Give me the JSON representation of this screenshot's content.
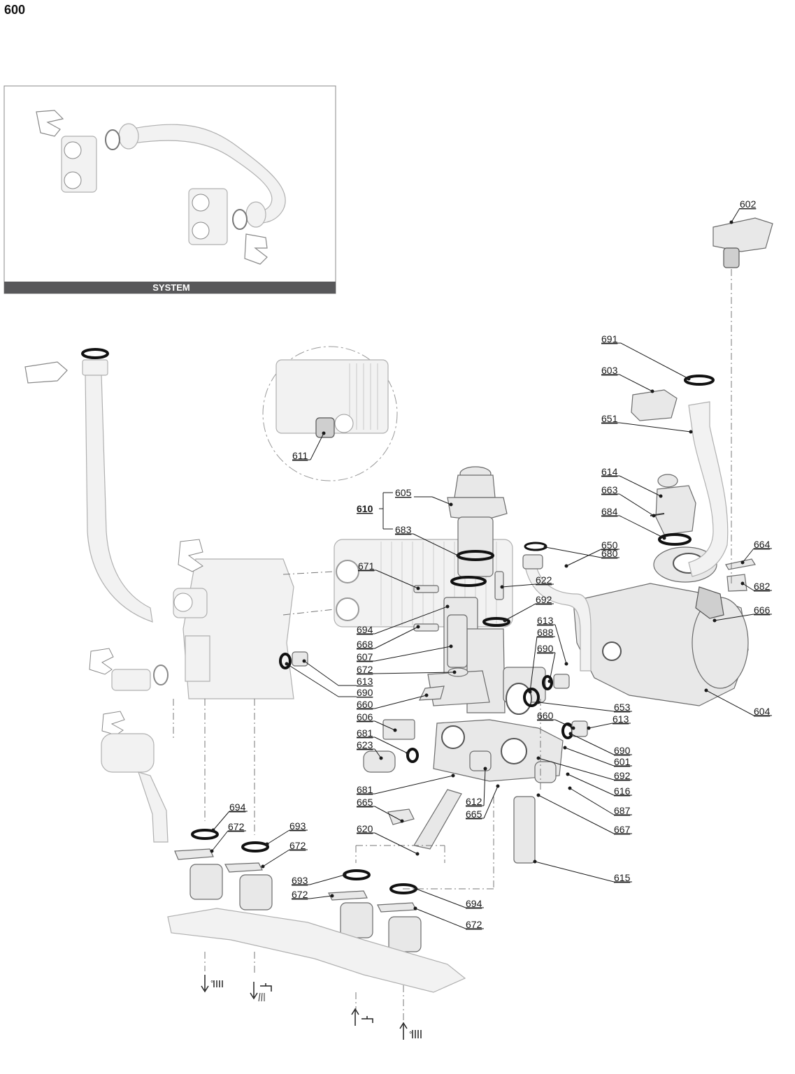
{
  "page_number": "600",
  "inset": {
    "title": "SYSTEM"
  },
  "group_label": "610",
  "part_labels": [
    {
      "id": "602",
      "text": "602"
    },
    {
      "id": "691",
      "text": "691"
    },
    {
      "id": "603",
      "text": "603"
    },
    {
      "id": "651",
      "text": "651"
    },
    {
      "id": "611",
      "text": "611"
    },
    {
      "id": "614",
      "text": "614"
    },
    {
      "id": "663",
      "text": "663"
    },
    {
      "id": "605",
      "text": "605"
    },
    {
      "id": "684",
      "text": "684"
    },
    {
      "id": "683",
      "text": "683"
    },
    {
      "id": "680",
      "text": "680"
    },
    {
      "id": "650",
      "text": "650"
    },
    {
      "id": "664",
      "text": "664"
    },
    {
      "id": "671",
      "text": "671"
    },
    {
      "id": "622",
      "text": "622"
    },
    {
      "id": "682",
      "text": "682"
    },
    {
      "id": "692a",
      "text": "692"
    },
    {
      "id": "666",
      "text": "666"
    },
    {
      "id": "613a",
      "text": "613"
    },
    {
      "id": "694a",
      "text": "694"
    },
    {
      "id": "688",
      "text": "688"
    },
    {
      "id": "668",
      "text": "668"
    },
    {
      "id": "690a",
      "text": "690"
    },
    {
      "id": "607",
      "text": "607"
    },
    {
      "id": "672a",
      "text": "672"
    },
    {
      "id": "613b",
      "text": "613"
    },
    {
      "id": "690b",
      "text": "690"
    },
    {
      "id": "653",
      "text": "653"
    },
    {
      "id": "660a",
      "text": "660"
    },
    {
      "id": "604",
      "text": "604"
    },
    {
      "id": "660b",
      "text": "660"
    },
    {
      "id": "613c",
      "text": "613"
    },
    {
      "id": "606",
      "text": "606"
    },
    {
      "id": "681a",
      "text": "681"
    },
    {
      "id": "690c",
      "text": "690"
    },
    {
      "id": "623",
      "text": "623"
    },
    {
      "id": "601",
      "text": "601"
    },
    {
      "id": "692b",
      "text": "692"
    },
    {
      "id": "681b",
      "text": "681"
    },
    {
      "id": "616",
      "text": "616"
    },
    {
      "id": "612",
      "text": "612"
    },
    {
      "id": "665a",
      "text": "665"
    },
    {
      "id": "687",
      "text": "687"
    },
    {
      "id": "665b",
      "text": "665"
    },
    {
      "id": "667",
      "text": "667"
    },
    {
      "id": "694b",
      "text": "694"
    },
    {
      "id": "620",
      "text": "620"
    },
    {
      "id": "672b",
      "text": "672"
    },
    {
      "id": "693a",
      "text": "693"
    },
    {
      "id": "672c",
      "text": "672"
    },
    {
      "id": "615",
      "text": "615"
    },
    {
      "id": "693b",
      "text": "693"
    },
    {
      "id": "672d",
      "text": "672"
    },
    {
      "id": "694c",
      "text": "694"
    },
    {
      "id": "672e",
      "text": "672"
    }
  ],
  "icons": [
    "heating-flow-icon",
    "hot-water-outlet-icon",
    "cold-water-inlet-icon",
    "heating-return-icon"
  ],
  "colors": {
    "line": "#1a1a1a",
    "part": "#e8e8e8",
    "ghost": "#f2f2f2",
    "inset_bar": "#58585a"
  }
}
